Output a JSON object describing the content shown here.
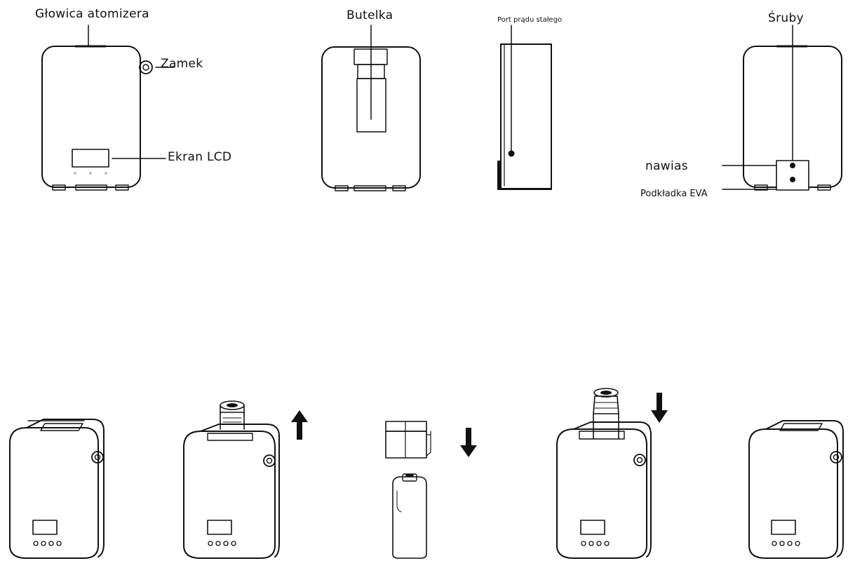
{
  "labels": {
    "atomizer_head": "Głowica  atomizera",
    "lock": "Zamek",
    "lcd": "Ekran  LCD",
    "bottle": "Butelka",
    "dc_port": "Port prądu stałego",
    "screws": "Śruby",
    "bracket": "nawias",
    "eva_pad": "Podkładka  EVA"
  },
  "arrows": [
    "up-arrow-icon",
    "down-arrow-icon",
    "down-arrow-icon"
  ],
  "colors": {
    "line": "#111111",
    "background": "#ffffff"
  }
}
